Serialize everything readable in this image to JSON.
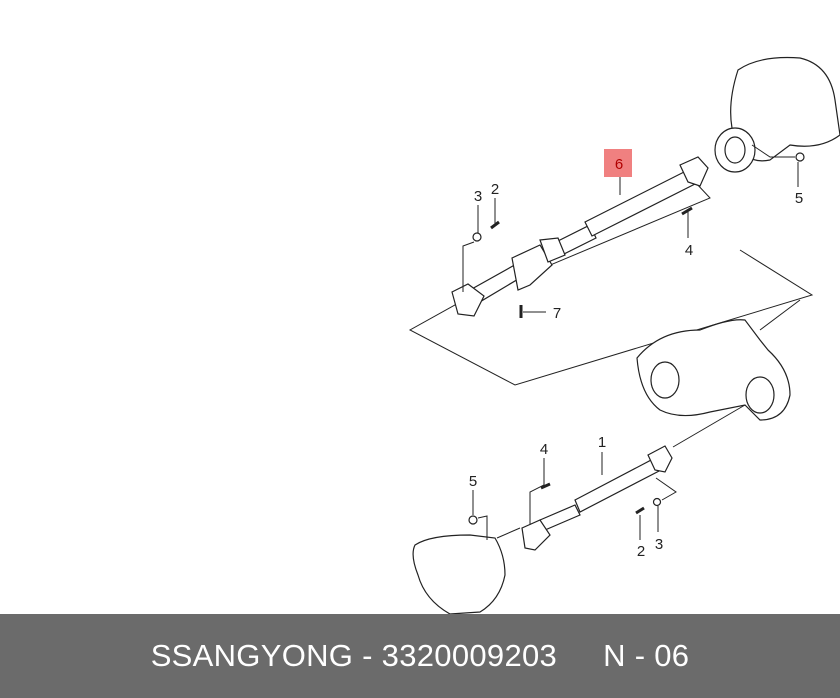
{
  "diagram": {
    "upper_callouts": {
      "c3": "3",
      "c2": "2",
      "c6": "6",
      "c5": "5",
      "c4": "4",
      "c7": "7"
    },
    "lower_callouts": {
      "c1": "1",
      "c4": "4",
      "c5": "5",
      "c2": "2",
      "c3": "3"
    },
    "highlight_color": "#f08080"
  },
  "footer": {
    "brand": "SSANGYONG",
    "separator": " - ",
    "part_number": "3320009203",
    "position_label": "N - 06"
  }
}
